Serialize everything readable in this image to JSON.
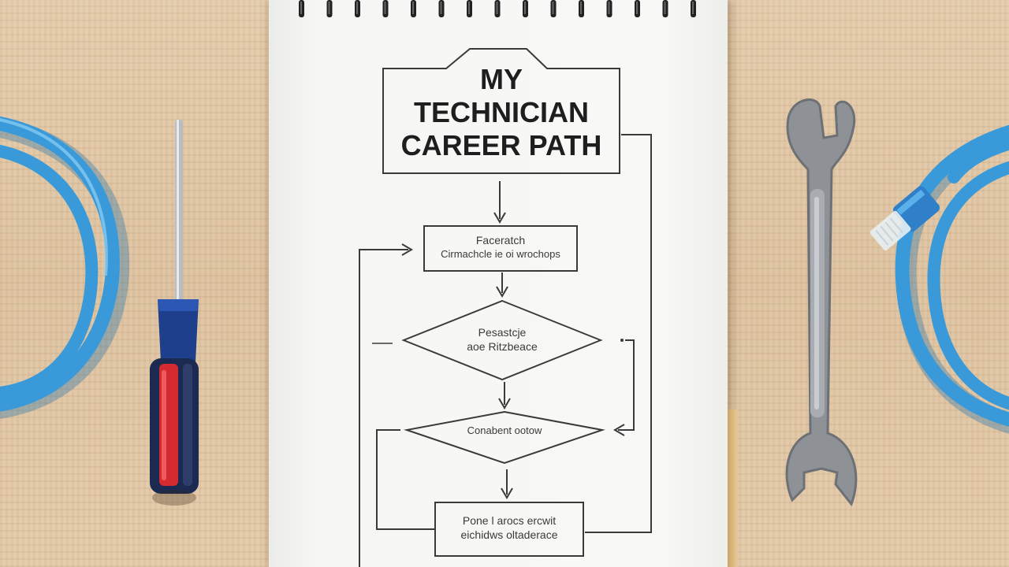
{
  "notepad": {
    "title_lines": [
      "MY",
      "TECHNICIAN",
      "CAREER PATH"
    ]
  },
  "flowchart": {
    "step1": {
      "lines": [
        "Faceratch",
        "Cirmachcle ie  oi wrochops"
      ]
    },
    "decision1": {
      "lines": [
        "Pesastcje",
        "aoe Ritzbeace"
      ]
    },
    "decision2": {
      "lines": [
        "Conabent  ootow"
      ]
    },
    "step_final": {
      "lines": [
        "Pone l arocs  ercwit",
        "eichidws  oltaderace"
      ]
    }
  },
  "objects": [
    {
      "name": "blue ethernet cable",
      "color": "#3a9ad9"
    },
    {
      "name": "screwdriver",
      "color": "#c81e2a"
    },
    {
      "name": "wrench",
      "color": "#8e9296"
    }
  ]
}
